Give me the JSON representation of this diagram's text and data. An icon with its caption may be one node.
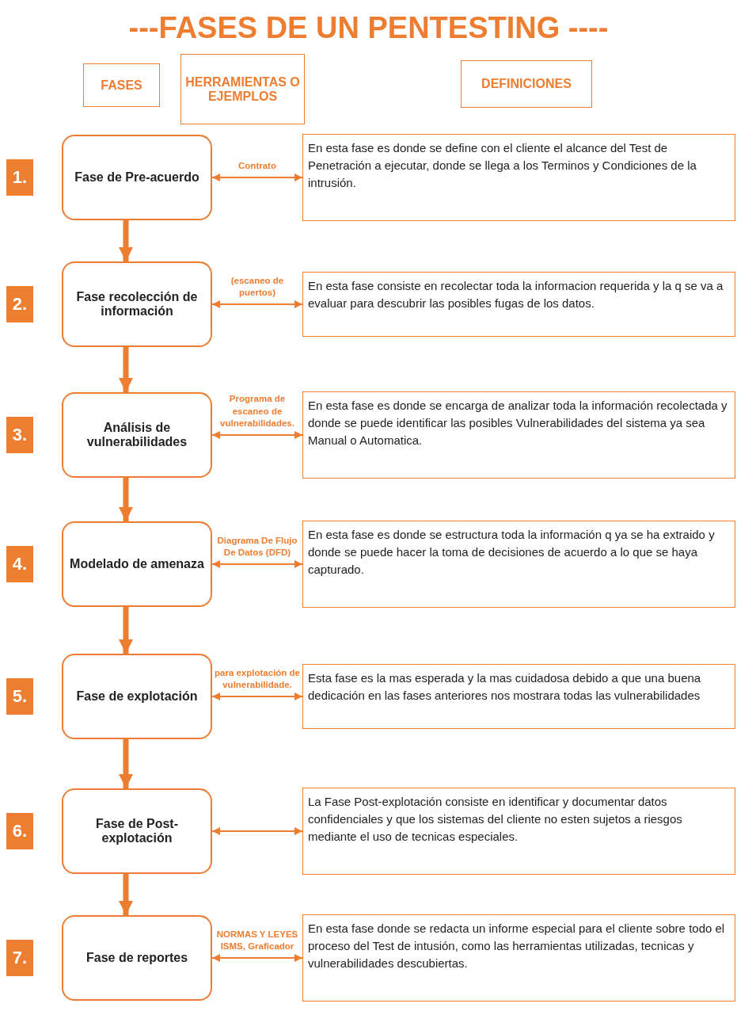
{
  "diagram": {
    "title": "---FASES DE UN PENTESTING ----",
    "nodes": [
      {
        "text": [
          "FASES"
        ]
      },
      {
        "text": [
          "HERRAMIENTAS O EJEMPLOS"
        ]
      },
      {
        "text": [
          "DEFINICIONES"
        ]
      },
      {
        "text": [
          "1."
        ]
      },
      {
        "text": [
          "Fase de Pre-acuerdo"
        ]
      },
      {
        "text": [
          "En esta fase es donde se define con el cliente el alcance del Test de Penetración a ejecutar, donde se llega a los Terminos y Condiciones de la intrusión."
        ]
      },
      {
        "text": [
          "2."
        ]
      },
      {
        "text": [
          "Fase recolección de información"
        ]
      },
      {
        "text": [
          "En esta fase consiste en recolectar toda la informacion requerida y la q se va a evaluar para descubrir las posibles fugas de los datos."
        ]
      },
      {
        "text": [
          "3."
        ]
      },
      {
        "text": [
          "Análisis de vulnerabilidades"
        ]
      },
      {
        "text": [
          "En esta fase es donde se encarga de analizar toda la información recolectada y donde se puede identificar las posibles Vulnerabilidades del sistema ya sea Manual o Automatica."
        ]
      },
      {
        "text": [
          "4."
        ]
      },
      {
        "text": [
          "Modelado de amenaza"
        ]
      },
      {
        "text": [
          "En esta fase es donde se estructura toda la información q ya se ha extraido y donde se puede hacer la toma de decisiones de acuerdo a lo que se haya capturado."
        ]
      },
      {
        "text": [
          "5."
        ]
      },
      {
        "text": [
          "Fase de explotación"
        ]
      },
      {
        "text": [
          "Esta fase es la mas esperada y la mas cuidadosa debido a que una buena dedicación en las fases anteriores nos mostrara todas las vulnerabilidades"
        ]
      },
      {
        "text": [
          "6."
        ]
      },
      {
        "text": [
          "Fase de Post-explotación"
        ]
      },
      {
        "text": [
          "La Fase Post-explotación consiste en identificar y documentar datos confidenciales y que los sistemas del cliente no esten sujetos a riesgos mediante el uso de tecnicas especiales."
        ]
      },
      {
        "text": [
          "7."
        ]
      },
      {
        "text": [
          "Fase de reportes"
        ]
      },
      {
        "text": [
          "En esta fase donde se redacta un informe especial para el cliente sobre todo el proceso del Test de intusión, como las herramientas utilizadas, tecnicas y vulnerabilidades descubiertas."
        ]
      }
    ],
    "edges": [
      {
        "from": 4,
        "to": 5,
        "arrow": "both",
        "label": "Contrato"
      },
      {
        "from": 4,
        "to": 7,
        "arrow": "to",
        "style": "thick"
      },
      {
        "from": 7,
        "to": 8,
        "arrow": "both",
        "label": "(escaneo de puertos)"
      },
      {
        "from": 7,
        "to": 10,
        "arrow": "to",
        "style": "thick"
      },
      {
        "from": 10,
        "to": 11,
        "arrow": "both",
        "label": "Programa de escaneo de vulnerabilidades."
      },
      {
        "from": 10,
        "to": 13,
        "arrow": "to",
        "style": "thick"
      },
      {
        "from": 13,
        "to": 14,
        "arrow": "both",
        "label": "Diagrama De Flujo De Datos (DFD)"
      },
      {
        "from": 13,
        "to": 16,
        "arrow": "to",
        "style": "thick"
      },
      {
        "from": 16,
        "to": 17,
        "arrow": "both",
        "label": "para explotación de vulnerabilidade."
      },
      {
        "from": 16,
        "to": 19,
        "arrow": "to",
        "style": "thick"
      },
      {
        "from": 19,
        "to": 20,
        "arrow": "both"
      },
      {
        "from": 19,
        "to": 22,
        "arrow": "to",
        "style": "thick"
      },
      {
        "from": 22,
        "to": 23,
        "arrow": "both",
        "label": "NORMAS Y LEYES ISMS, Graficador"
      }
    ]
  }
}
